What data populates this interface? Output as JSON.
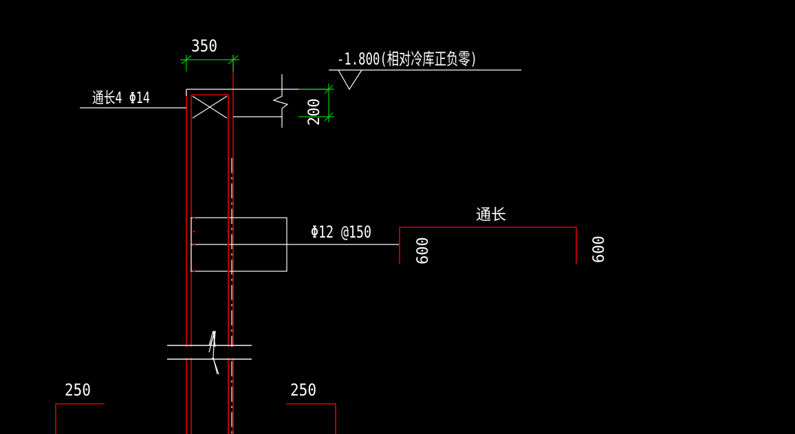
{
  "colors": {
    "background": "#000000",
    "line_white": "#ffffff",
    "rebar_red": "#e00000",
    "dimension_green": "#00d000"
  },
  "labels": {
    "wall_width": "350",
    "elevation": "-1.800(相对冷库正负零)",
    "top_bar": "通长4 Φ14",
    "slab_thickness": "200",
    "stirrup": "Φ12 @150",
    "continuous": "通长",
    "hook_left": "600",
    "hook_right": "600",
    "footing_left": "250",
    "footing_right": "250"
  }
}
